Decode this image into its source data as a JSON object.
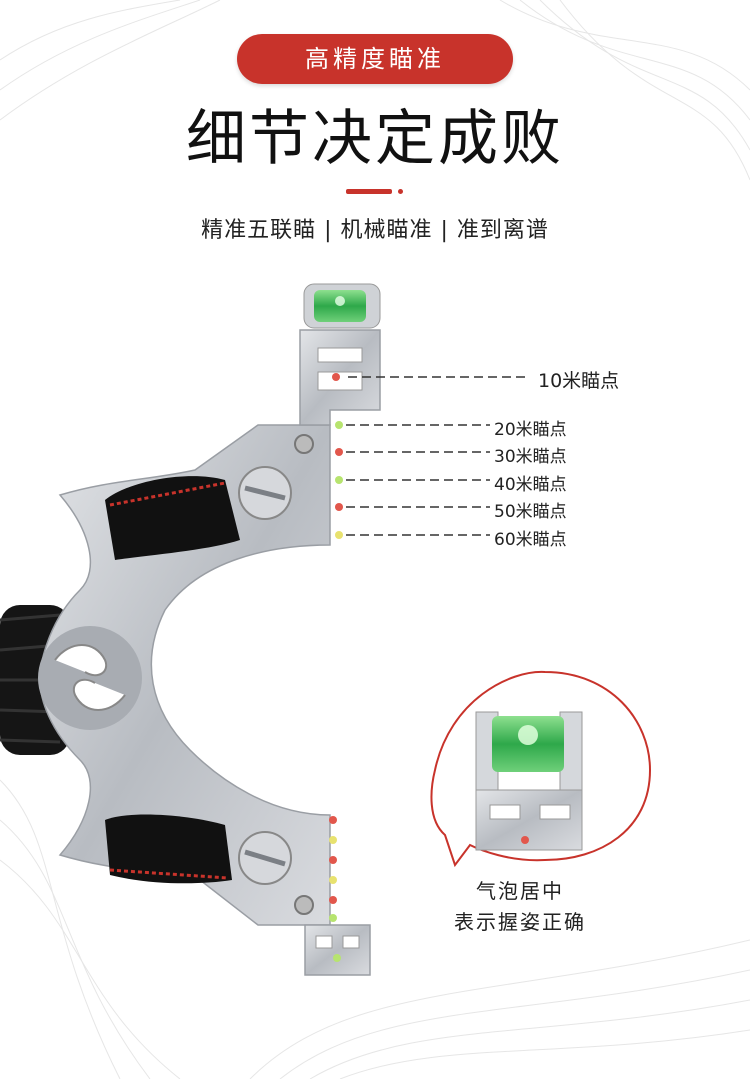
{
  "badge": {
    "label": "高精度瞄准"
  },
  "headline": "细节决定成败",
  "subhead": "精准五联瞄 | 机械瞄准 | 准到离谱",
  "aim_points": [
    {
      "label": "10米瞄点"
    },
    {
      "label": "20米瞄点"
    },
    {
      "label": "30米瞄点"
    },
    {
      "label": "40米瞄点"
    },
    {
      "label": "50米瞄点"
    },
    {
      "label": "60米瞄点"
    }
  ],
  "detail_caption": {
    "line1": "气泡居中",
    "line2": "表示握姿正确"
  },
  "colors": {
    "accent": "#c8332b",
    "bubble": "#3fbf5a",
    "metal": "#c9ccd1"
  }
}
